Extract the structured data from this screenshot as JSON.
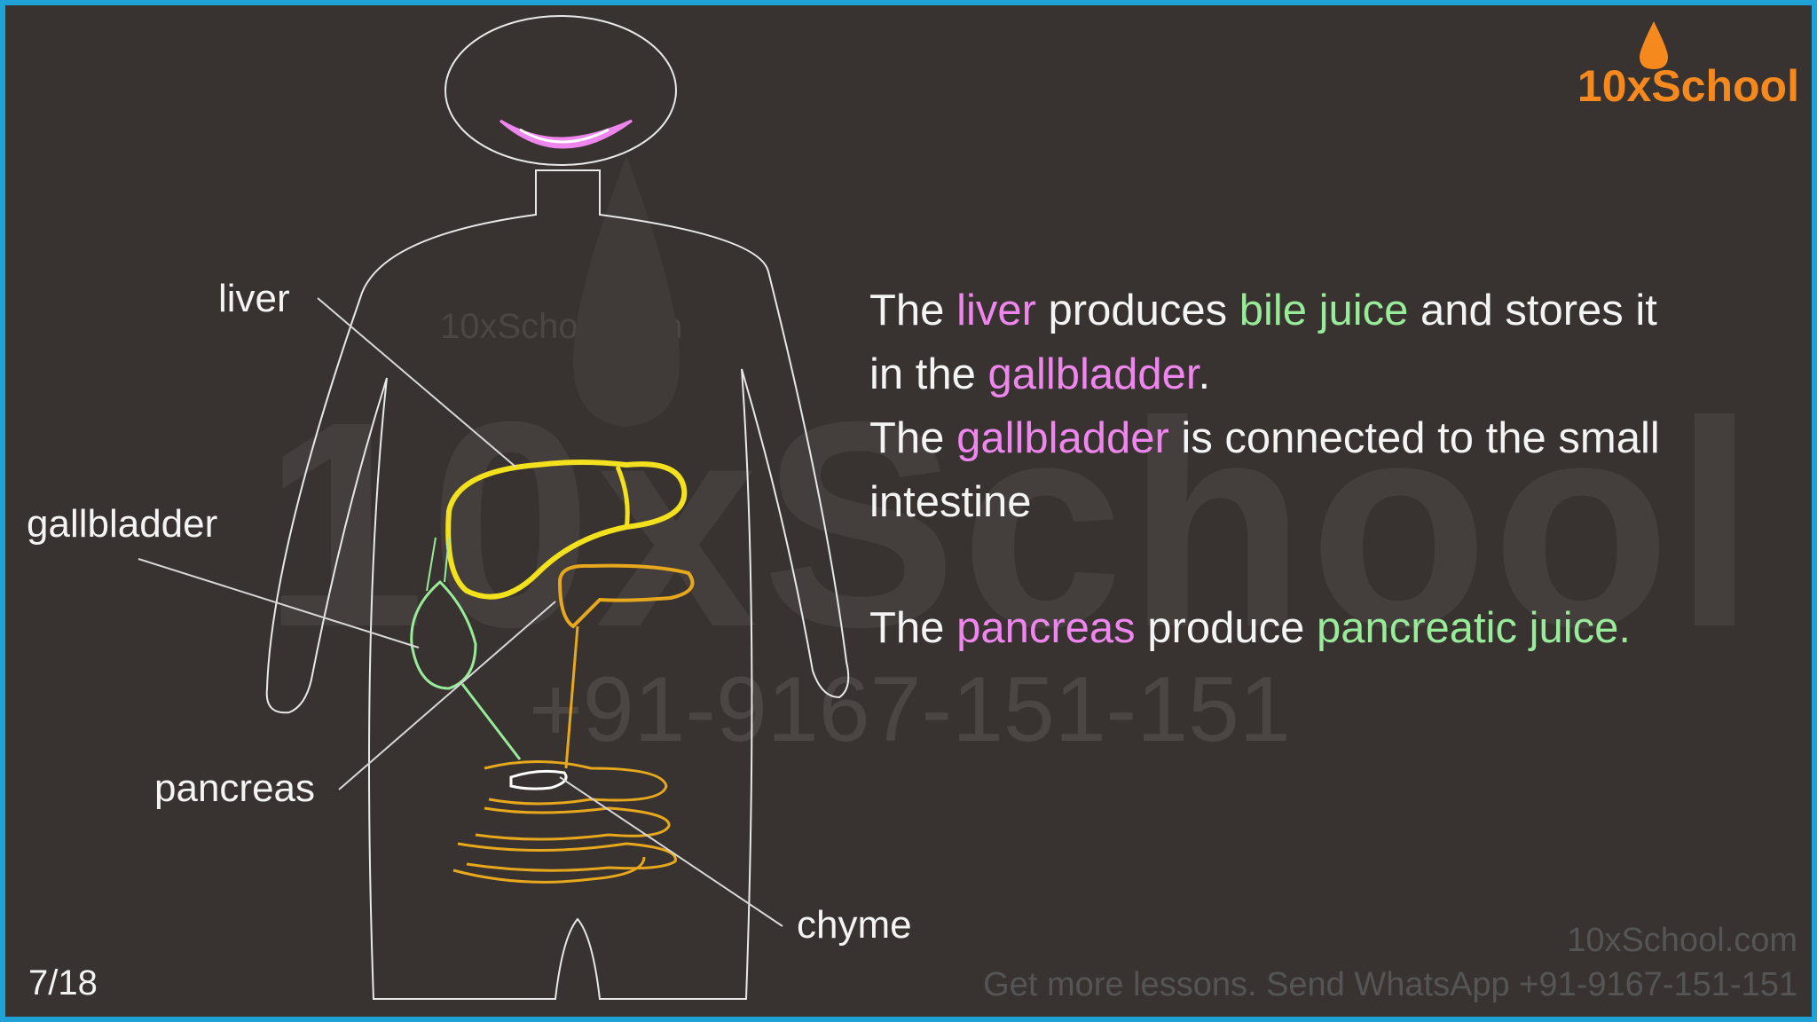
{
  "watermark": {
    "big_text": "10xSchool",
    "phone": "+91-9167-151-151",
    "url": "10xSchool.com"
  },
  "brand": {
    "name": "10xSchool",
    "color": "#f5891e"
  },
  "labels": {
    "liver": "liver",
    "gallbladder": "gallbladder",
    "pancreas": "pancreas",
    "chyme": "chyme"
  },
  "paragraph1": {
    "w1": "The ",
    "liver": "liver",
    "w2": " produces ",
    "bile_juice": "bile juice",
    "w3": " and stores it",
    "w4": "in the ",
    "gallbladder": "gallbladder",
    "w5": "."
  },
  "paragraph2": {
    "w1": "The ",
    "gallbladder": "gallbladder",
    "w2": " is connected to the small",
    "w3": "intestine"
  },
  "paragraph3": {
    "w1": "The ",
    "pancreas": "pancreas",
    "w2": " produce ",
    "pancreatic_juice": "pancreatic juice."
  },
  "footer": {
    "site": "10xSchool.com",
    "cta": "Get more lessons. Send WhatsApp +91-9167-151-151"
  },
  "page_number": "7/18",
  "colors": {
    "background": "#383331",
    "border": "#1fa3d6",
    "highlight_pink": "#ee86ee",
    "highlight_green": "#98eb98",
    "liver_outline": "#f2e11c",
    "stomach_outline": "#e8a81c",
    "gallbladder_outline": "#98eb98"
  }
}
